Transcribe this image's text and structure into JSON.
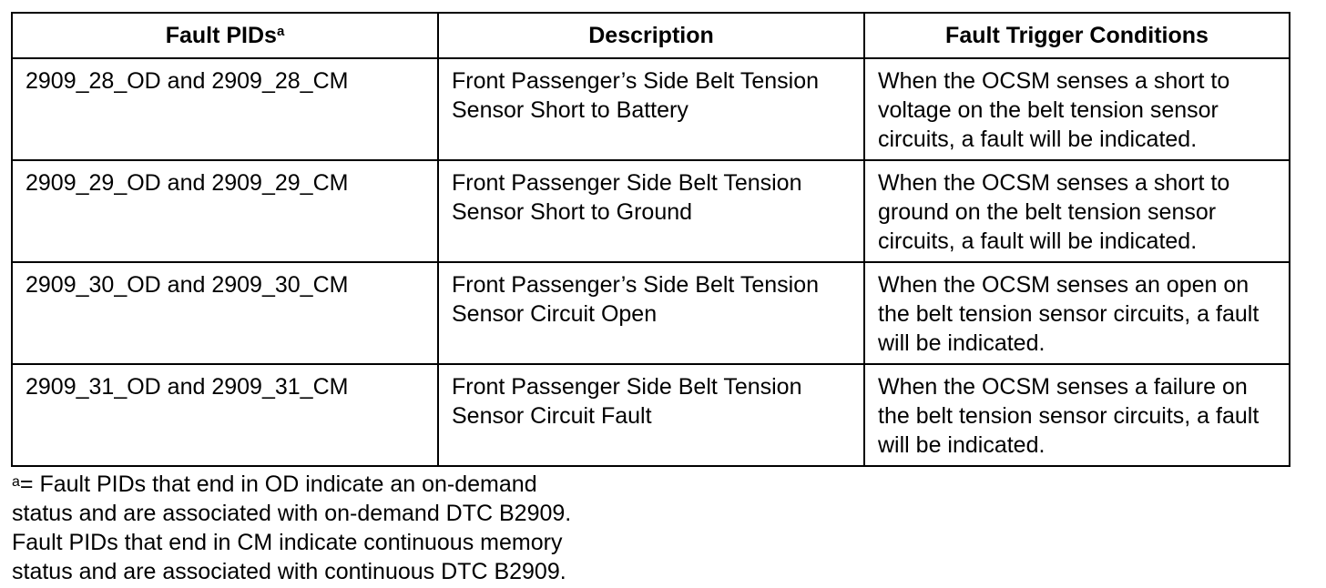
{
  "table": {
    "headers": {
      "fault_pids": "Fault PIDs",
      "fault_pids_superscript": "a",
      "description": "Description",
      "trigger": "Fault Trigger Conditions"
    },
    "rows": [
      {
        "pid": "2909_28_OD and 2909_28_CM",
        "description": "Front Passenger’s Side Belt Tension Sensor Short to Battery",
        "trigger": "When the OCSM senses a short to voltage on the belt tension sensor circuits, a fault will be indicated."
      },
      {
        "pid": "2909_29_OD and 2909_29_CM",
        "description": "Front Passenger Side Belt Tension Sensor Short to Ground",
        "trigger": "When the OCSM senses a short to ground on the belt tension sensor circuits, a fault will be indicated."
      },
      {
        "pid": "2909_30_OD and 2909_30_CM",
        "description": "Front Passenger’s Side Belt Tension Sensor Circuit Open",
        "trigger": "When the OCSM senses an open on the belt tension sensor circuits, a fault will be indicated."
      },
      {
        "pid": "2909_31_OD and 2909_31_CM",
        "description": "Front Passenger Side Belt Tension Sensor Circuit Fault",
        "trigger": "When the OCSM senses a failure on the belt tension sensor circuits, a fault will be indicated."
      }
    ]
  },
  "footnote": {
    "mark": "a",
    "lines": [
      "= Fault PIDs that end in OD indicate an on-demand",
      "status and are associated with on-demand DTC B2909.",
      "Fault PIDs that end in CM indicate continuous memory",
      "status and are associated with continuous DTC B2909."
    ]
  }
}
